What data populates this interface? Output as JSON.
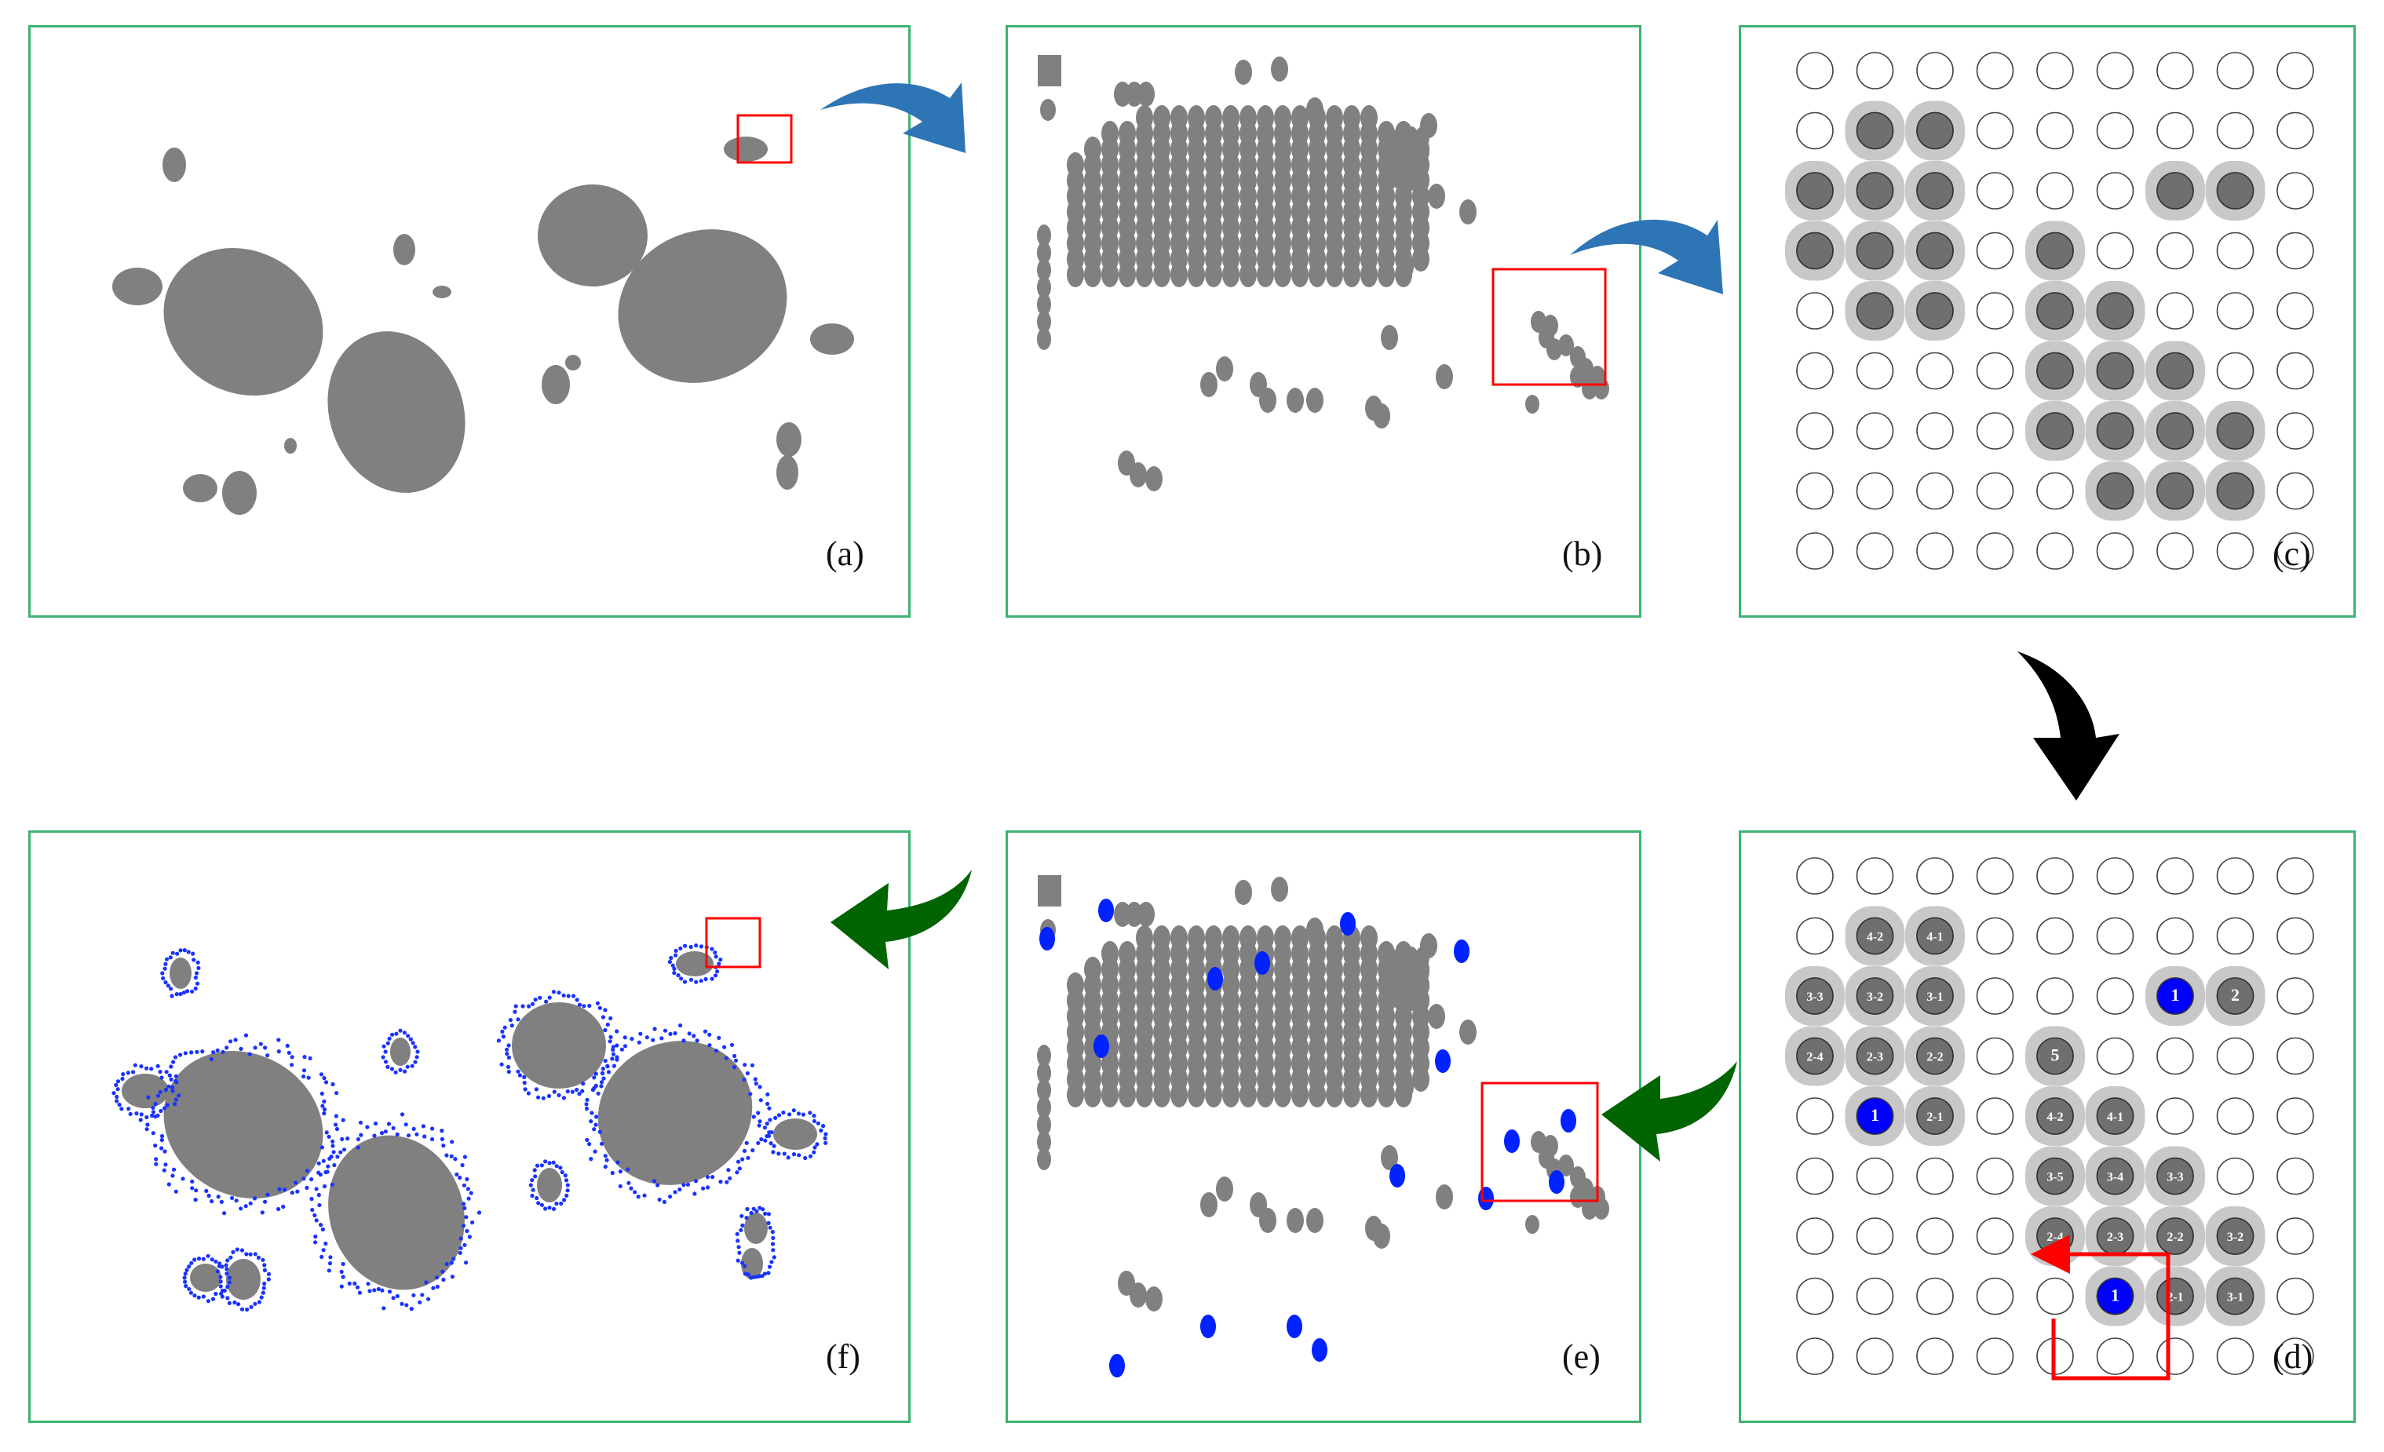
{
  "panels": {
    "a": {
      "label": "(a)"
    },
    "b": {
      "label": "(b)"
    },
    "c": {
      "label": "(c)"
    },
    "d": {
      "label": "(d)"
    },
    "e": {
      "label": "(e)"
    },
    "f": {
      "label": "(f)"
    }
  },
  "colors": {
    "panel_border": "#3cb371",
    "fractal_gray": "#808080",
    "region_fill": "#c8c8c8",
    "cell_dark": "#6f6f6f",
    "seed_blue": "#0000ff",
    "highlight_red": "#ff0000",
    "arrow_blue": "#2e75b6",
    "arrow_green": "#006400",
    "arrow_black": "#000000"
  },
  "grid_d_labels": {
    "r1": [
      "4-2",
      "4-1"
    ],
    "r2": [
      "3-3",
      "3-2",
      "3-1",
      "1",
      "2"
    ],
    "r3": [
      "2-4",
      "2-3",
      "2-2",
      "5"
    ],
    "r4": [
      "1",
      "2-1",
      "4-2",
      "4-1"
    ],
    "r5": [
      "3-5",
      "3-4",
      "3-3"
    ],
    "r6": [
      "2-4",
      "2-3",
      "2-2",
      "3-2"
    ],
    "r7": [
      "1",
      "2-1",
      "3-1"
    ]
  }
}
